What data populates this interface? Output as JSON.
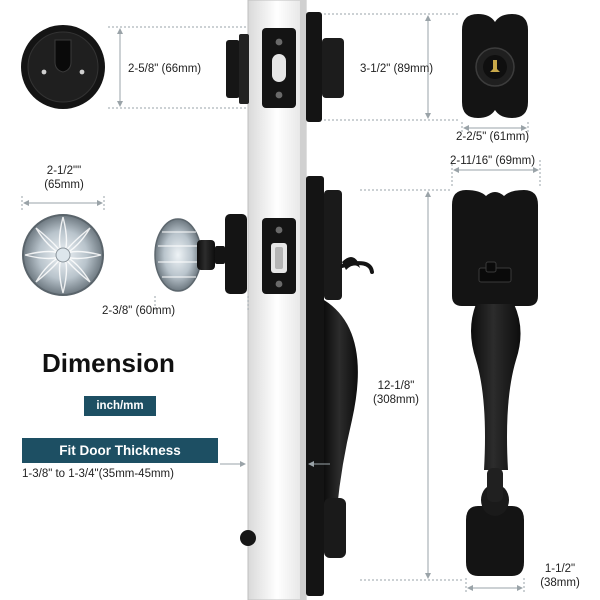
{
  "title": "Dimension",
  "unit_badge": "inch/mm",
  "fit": {
    "heading": "Fit Door Thickness",
    "range": "1-3/8\" to 1-3/4\"(35mm-45mm)"
  },
  "dims": {
    "thumbturn_dia": "2-5/8\" (66mm)",
    "deadbolt_height": "3-1/2\" (89mm)",
    "deadbolt_width": "2-2/5\" (61mm)",
    "handle_width": "2-11/16\" (69mm)",
    "knob_dia_line1": "2-1/2\"\"",
    "knob_dia_line2": "(65mm)",
    "knob_projection": "2-3/8\" (60mm)",
    "handle_height_line1": "12-1/8\"",
    "handle_height_line2": "(308mm)",
    "base_width_line1": "1-1/2\"",
    "base_width_line2": "(38mm)"
  },
  "colors": {
    "hardware": "#161616",
    "dimension_line": "#9aa3a8",
    "accent_box": "#1d4f63",
    "door": "#ffffff"
  }
}
